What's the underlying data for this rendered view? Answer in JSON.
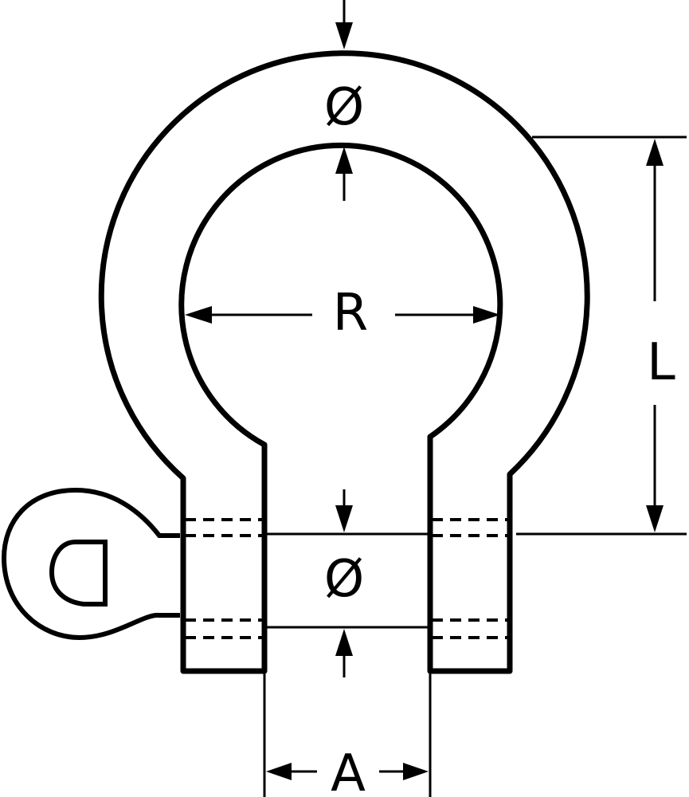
{
  "labels": {
    "top_diameter": "Ø",
    "inner_width": "R",
    "length": "L",
    "pin_diameter": "Ø",
    "opening_width": "A"
  },
  "colors": {
    "stroke": "#000000",
    "background": "#ffffff"
  }
}
